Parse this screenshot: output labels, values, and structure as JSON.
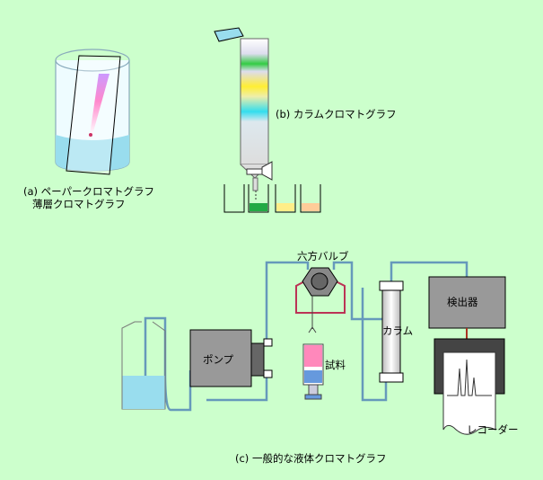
{
  "colors": {
    "background": "#ccffcc",
    "liquid": "#99ddee",
    "tube": "#6699bb",
    "device_fill": "#999999",
    "band_green": "#22cc44",
    "band_yellow": "#ffee33",
    "band_cyan": "#33ddee"
  },
  "labels": {
    "paper_line1": "(a) ペーパークロマトグラフ",
    "paper_line2": "薄層クロマトグラフ",
    "column_label": "(b) カラムクロマトグラフ",
    "valve_label": "六方バルブ",
    "pump_label": "ポンプ",
    "sample_label": "試料",
    "hplc_column_label": "カラム",
    "detector_label": "検出器",
    "recorder_label": "レコーダー",
    "hplc_caption": "(c) 一般的な液体クロマトグラフ"
  },
  "icons": {
    "beaker": "beaker-icon",
    "pump": "pump-icon",
    "valve": "six-way-valve-icon",
    "syringe": "syringe-icon"
  }
}
